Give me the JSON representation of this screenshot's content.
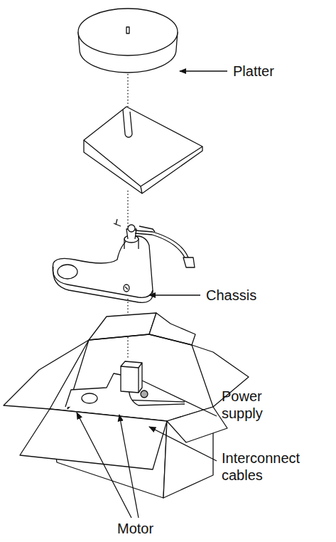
{
  "diagram": {
    "labels": [
      "Platter",
      "Chassis",
      "Power supply",
      "Interconnect cables",
      "Motor"
    ]
  }
}
